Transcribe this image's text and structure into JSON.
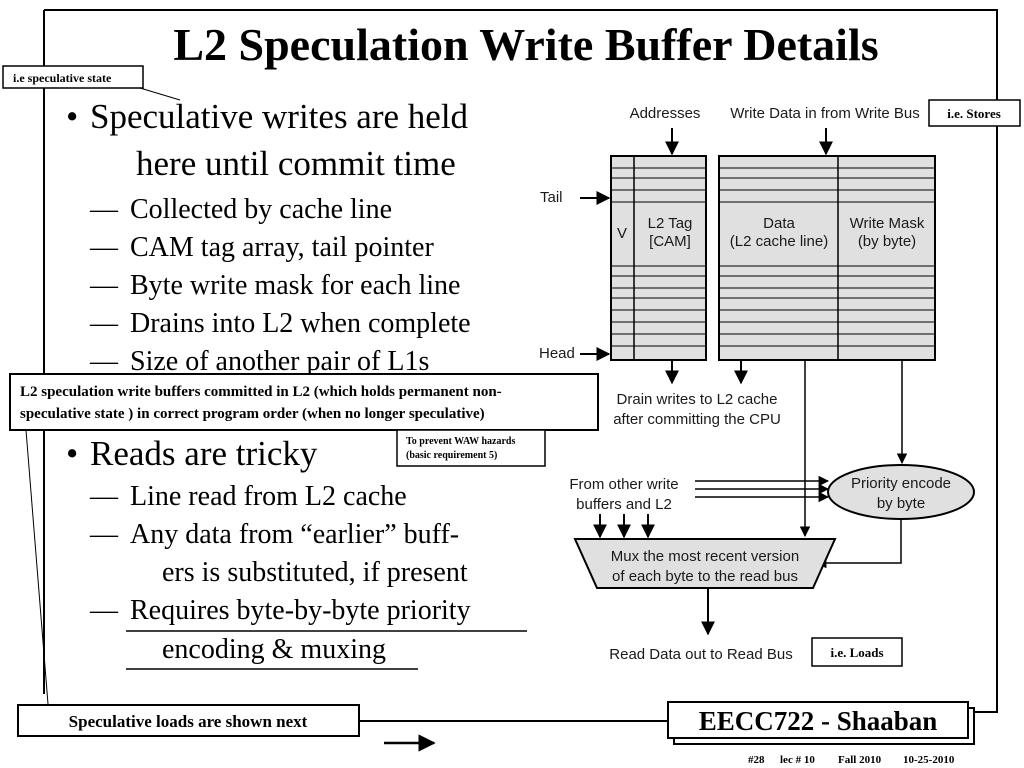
{
  "title": "L2 Speculation Write Buffer Details",
  "callouts": {
    "spec_state": "i.e speculative state",
    "stores": "i.e. Stores",
    "loads": "i.e. Loads",
    "commit_line1": "L2 speculation write buffers committed in L2 (which holds permanent non-",
    "commit_line2": "speculative state ) in correct program order (when no longer speculative)",
    "waw_line1": "To prevent WAW hazards",
    "waw_line2": "(basic requirement 5)",
    "next": "Speculative loads are shown next"
  },
  "bullets": {
    "b1_line1": "Speculative writes are held",
    "b1_line2": "here until commit time",
    "b1_subs": [
      "Collected by cache line",
      "CAM tag array, tail pointer",
      "Byte write mask for each line",
      "Drains into L2 when complete",
      "Size of another pair of L1s"
    ],
    "b2": "Reads are tricky",
    "b2_sub1": "Line read from L2 cache",
    "b2_sub2_line1": "Any data from “earlier” buff-",
    "b2_sub2_line2": "ers is substituted, if present",
    "b2_sub3_line1": "Requires byte-by-byte priority",
    "b2_sub3_line2": "encoding & muxing"
  },
  "diagram": {
    "addresses": "Addresses",
    "write_data": "Write Data in from Write Bus",
    "tail": "Tail",
    "head": "Head",
    "v": "V",
    "l2tag_1": "L2 Tag",
    "l2tag_2": "[CAM]",
    "data_1": "Data",
    "data_2": "(L2 cache line)",
    "mask_1": "Write Mask",
    "mask_2": "(by byte)",
    "drain_1": "Drain writes to L2 cache",
    "drain_2": "after committing the CPU",
    "other_1": "From other write",
    "other_2": "buffers and L2",
    "prio_1": "Priority encode",
    "prio_2": "by byte",
    "mux_1": "Mux the most recent version",
    "mux_2": "of each byte to the read bus",
    "read_out": "Read Data out to Read Bus"
  },
  "footer": {
    "course": "EECC722 - Shaaban",
    "slide": "#28",
    "lec": "lec # 10",
    "term": "Fall 2010",
    "date": "10-25-2010"
  },
  "colors": {
    "table_fill": "#e0e0e0",
    "line": "#000000"
  }
}
